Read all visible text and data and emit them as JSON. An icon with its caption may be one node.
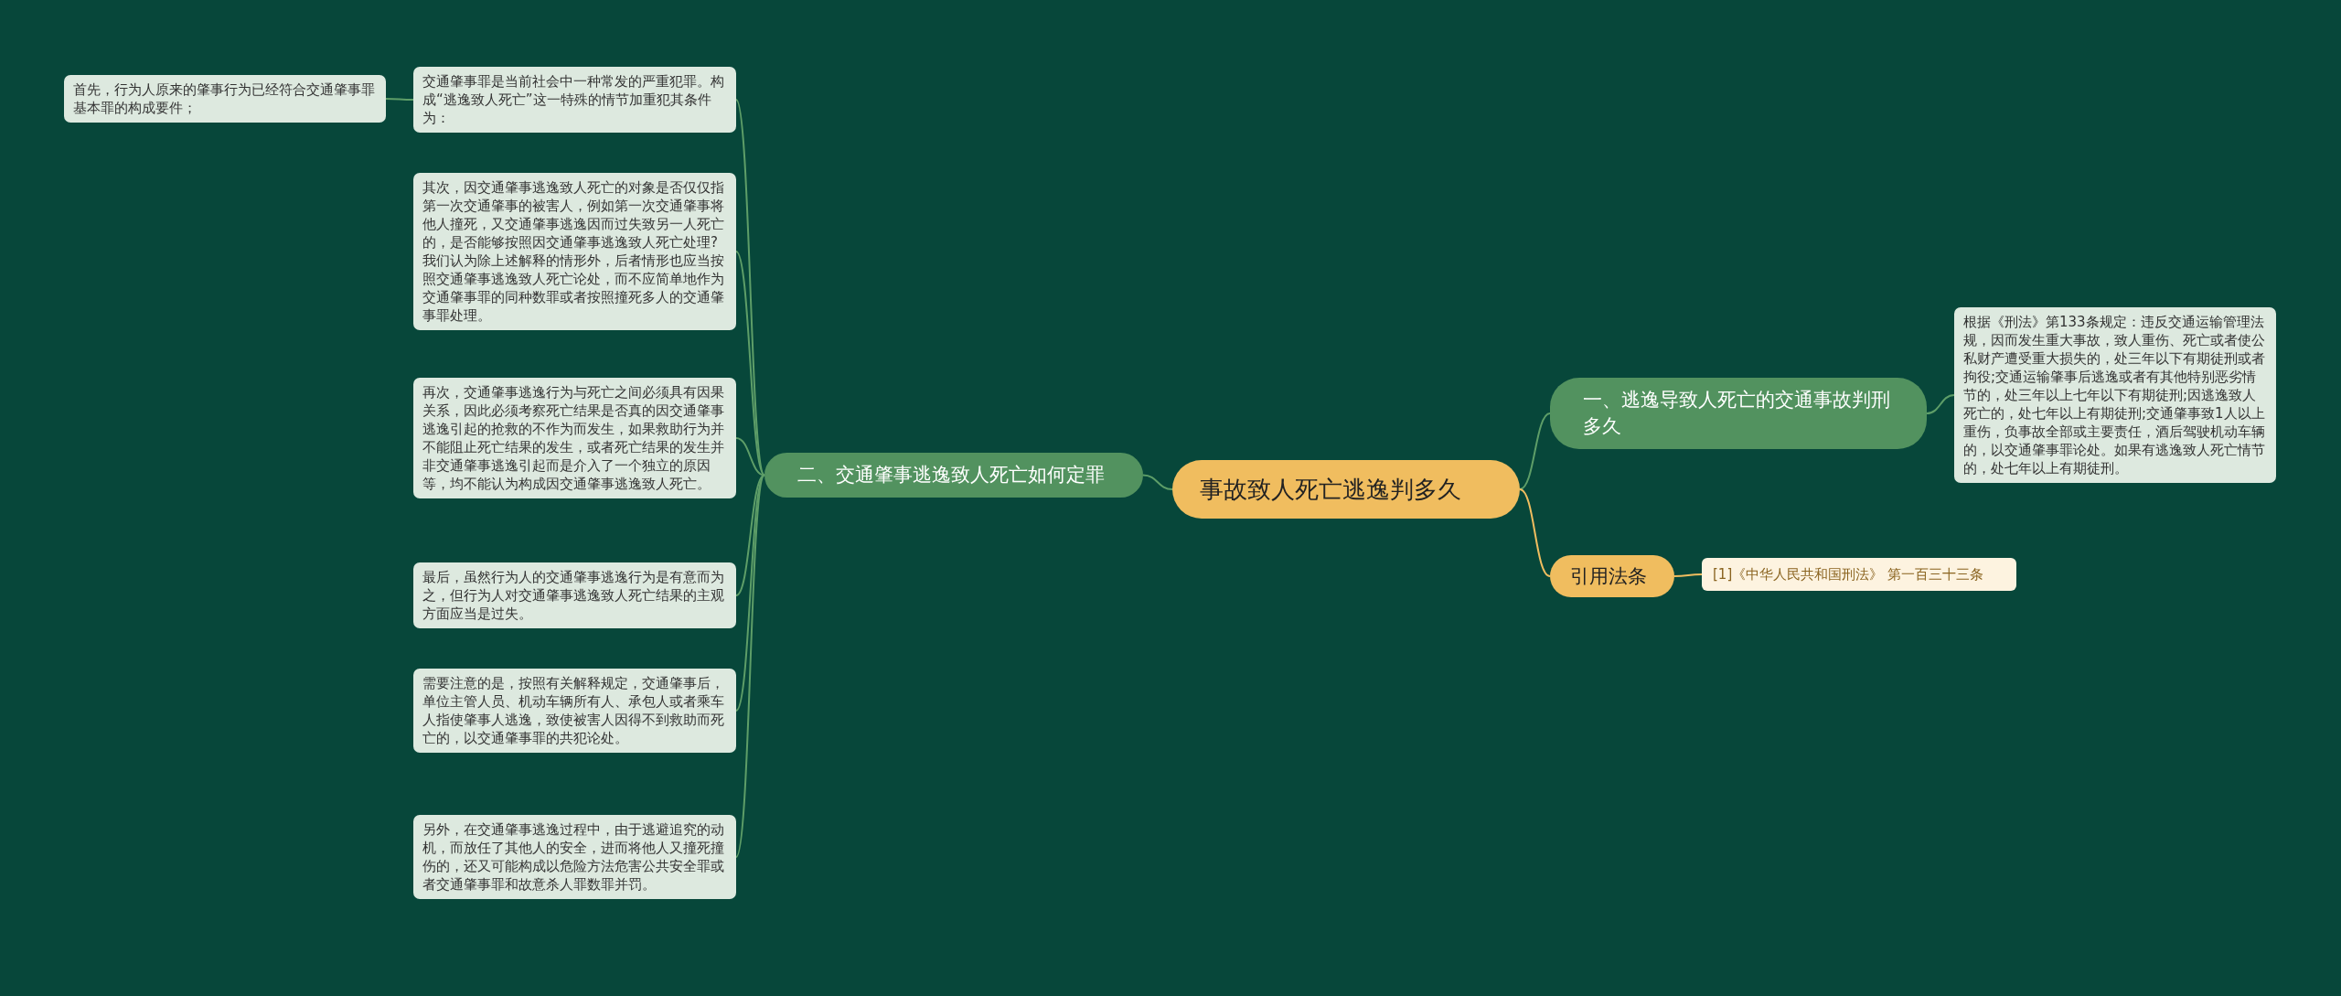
{
  "diagram": {
    "nodes": [
      {
        "text": [
          "事故致人死亡逃逸判多久"
        ]
      },
      {
        "text": [
          "一、逃逸导致人死亡的交通事故判刑多久"
        ]
      },
      {
        "text": [
          "根据《刑法》第133条规定：违反交通运输管理法规，因而发生重大事故，致人重伤、死亡或者使公私财产遭受重大损失的，处三年以下有期徒刑或者拘役;交通运输肇事后逃逸或者有其他特别恶劣情节的，处三年以上七年以下有期徒刑;因逃逸致人死亡的，处七年以上有期徒刑;交通肇事致1人以上重伤，负事故全部或主要责任，酒后驾驶机动车辆的，以交通肇事罪论处。如果有逃逸致人死亡情节的，处七年以上有期徒刑。"
        ]
      },
      {
        "text": [
          "二、交通肇事逃逸致人死亡如何定罪"
        ]
      },
      {
        "text": [
          "交通肇事罪是当前社会中一种常发的严重犯罪。构成“逃逸致人死亡”这一特殊的情节加重犯其条件为："
        ]
      },
      {
        "text": [
          "其次，因交通肇事逃逸致人死亡的对象是否仅仅指第一次交通肇事的被害人，例如第一次交通肇事将他人撞死，又交通肇事逃逸因而过失致另一人死亡的，是否能够按照因交通肇事逃逸致人死亡处理?我们认为除上述解释的情形外，后者情形也应当按照交通肇事逃逸致人死亡论处，而不应简单地作为交通肇事罪的同种数罪或者按照撞死多人的交通肇事罪处理。"
        ]
      },
      {
        "text": [
          "再次，交通肇事逃逸行为与死亡之间必须具有因果关系，因此必须考察死亡结果是否真的因交通肇事逃逸引起的抢救的不作为而发生，如果救助行为并不能阻止死亡结果的发生，或者死亡结果的发生并非交通肇事逃逸引起而是介入了一个独立的原因等，均不能认为构成因交通肇事逃逸致人死亡。"
        ]
      },
      {
        "text": [
          "最后，虽然行为人的交通肇事逃逸行为是有意而为之，但行为人对交通肇事逃逸致人死亡结果的主观方面应当是过失。"
        ]
      },
      {
        "text": [
          "需要注意的是，按照有关解释规定，交通肇事后，单位主管人员、机动车辆所有人、承包人或者乘车人指使肇事人逃逸，致使被害人因得不到救助而死亡的，以交通肇事罪的共犯论处。"
        ]
      },
      {
        "text": [
          "另外，在交通肇事逃逸过程中，由于逃避追究的动机，而放任了其他人的安全，进而将他人又撞死撞伤的，还又可能构成以危险方法危害公共安全罪或者交通肇事罪和故意杀人罪数罪并罚。"
        ]
      },
      {
        "text": [
          "首先，行为人原来的肇事行为已经符合交通肇事罪基本罪的构成要件；"
        ]
      },
      {
        "text": [
          "引用法条"
        ]
      },
      {
        "text": [
          "[1]《中华人民共和国刑法》 第一百三十三条"
        ]
      }
    ],
    "edges": [
      {
        "from": 0,
        "to": 1,
        "arrow": "none"
      },
      {
        "from": 1,
        "to": 2,
        "arrow": "none"
      },
      {
        "from": 0,
        "to": 3,
        "arrow": "none"
      },
      {
        "from": 3,
        "to": 4,
        "arrow": "none"
      },
      {
        "from": 3,
        "to": 5,
        "arrow": "none"
      },
      {
        "from": 3,
        "to": 6,
        "arrow": "none"
      },
      {
        "from": 3,
        "to": 7,
        "arrow": "none"
      },
      {
        "from": 3,
        "to": 8,
        "arrow": "none"
      },
      {
        "from": 3,
        "to": 9,
        "arrow": "none"
      },
      {
        "from": 4,
        "to": 10,
        "arrow": "none"
      },
      {
        "from": 0,
        "to": 11,
        "arrow": "none",
        "color": "#f0bd5f"
      },
      {
        "from": 11,
        "to": 12,
        "arrow": "none",
        "color": "#f0bd5f"
      }
    ]
  }
}
